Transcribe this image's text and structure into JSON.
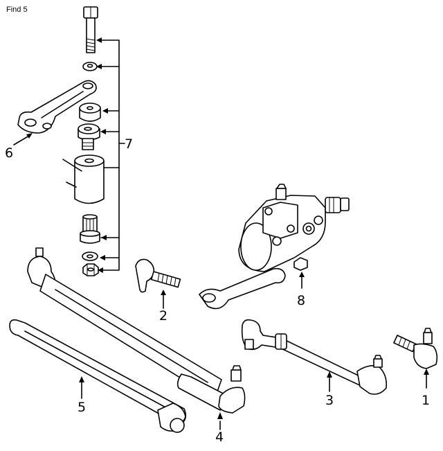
{
  "header": {
    "find_label": "Find 5"
  },
  "callouts": {
    "c1": "1",
    "c2": "2",
    "c3": "3",
    "c4": "4",
    "c5": "5",
    "c6": "6",
    "c7": "7",
    "c8": "8"
  },
  "icons": [
    "bolt-icon",
    "washer-icon",
    "bushing-icon",
    "nut-icon"
  ],
  "colors": {
    "line": "#000000",
    "background": "#ffffff"
  }
}
